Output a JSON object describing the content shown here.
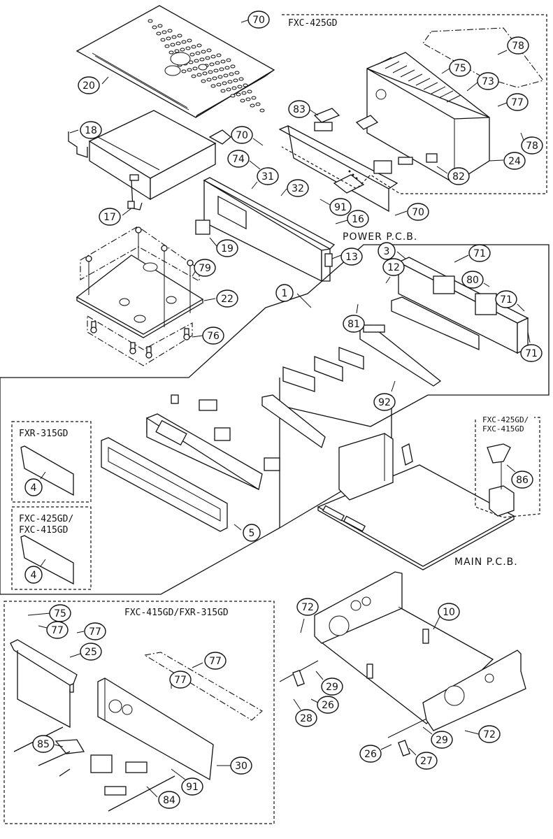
{
  "diagram": {
    "type": "exploded-parts-view",
    "model_labels": {
      "top_right_box": "FXC-425GD",
      "left_box_1": "FXR-315GD",
      "left_box_2_line1": "FXC-425GD/",
      "left_box_2_line2": "FXC-415GD",
      "right_box_line1": "FXC-425GD/",
      "right_box_line2": "FXC-415GD",
      "bottom_box": "FXC-415GD/FXR-315GD"
    },
    "board_labels": {
      "power_pcb": "POWER P.C.B.",
      "main_pcb": "MAIN P.C.B."
    },
    "callouts": [
      {
        "id": "c70a",
        "num": "70"
      },
      {
        "id": "c20",
        "num": "20"
      },
      {
        "id": "c18",
        "num": "18"
      },
      {
        "id": "c17",
        "num": "17"
      },
      {
        "id": "c70b",
        "num": "70"
      },
      {
        "id": "c74",
        "num": "74"
      },
      {
        "id": "c31",
        "num": "31"
      },
      {
        "id": "c32",
        "num": "32"
      },
      {
        "id": "c91a",
        "num": "91"
      },
      {
        "id": "c16",
        "num": "16"
      },
      {
        "id": "c70c",
        "num": "70"
      },
      {
        "id": "c19",
        "num": "19"
      },
      {
        "id": "c13",
        "num": "13"
      },
      {
        "id": "c79",
        "num": "79"
      },
      {
        "id": "c22",
        "num": "22"
      },
      {
        "id": "c76",
        "num": "76"
      },
      {
        "id": "c1",
        "num": "1"
      },
      {
        "id": "c78a",
        "num": "78"
      },
      {
        "id": "c75a",
        "num": "75"
      },
      {
        "id": "c73",
        "num": "73"
      },
      {
        "id": "c77a",
        "num": "77"
      },
      {
        "id": "c83",
        "num": "83"
      },
      {
        "id": "c78b",
        "num": "78"
      },
      {
        "id": "c24",
        "num": "24"
      },
      {
        "id": "c82",
        "num": "82"
      },
      {
        "id": "c3",
        "num": "3"
      },
      {
        "id": "c12",
        "num": "12"
      },
      {
        "id": "c71a",
        "num": "71"
      },
      {
        "id": "c80",
        "num": "80"
      },
      {
        "id": "c71b",
        "num": "71"
      },
      {
        "id": "c71c",
        "num": "71"
      },
      {
        "id": "c81",
        "num": "81"
      },
      {
        "id": "c92",
        "num": "92"
      },
      {
        "id": "c4a",
        "num": "4"
      },
      {
        "id": "c4b",
        "num": "4"
      },
      {
        "id": "c5",
        "num": "5"
      },
      {
        "id": "c86",
        "num": "86"
      },
      {
        "id": "c75b",
        "num": "75"
      },
      {
        "id": "c77b",
        "num": "77"
      },
      {
        "id": "c77c",
        "num": "77"
      },
      {
        "id": "c25",
        "num": "25"
      },
      {
        "id": "c77d",
        "num": "77"
      },
      {
        "id": "c77e",
        "num": "77"
      },
      {
        "id": "c85",
        "num": "85"
      },
      {
        "id": "c30",
        "num": "30"
      },
      {
        "id": "c91b",
        "num": "91"
      },
      {
        "id": "c84",
        "num": "84"
      },
      {
        "id": "c72a",
        "num": "72"
      },
      {
        "id": "c10",
        "num": "10"
      },
      {
        "id": "c29a",
        "num": "29"
      },
      {
        "id": "c26a",
        "num": "26"
      },
      {
        "id": "c28",
        "num": "28"
      },
      {
        "id": "c72b",
        "num": "72"
      },
      {
        "id": "c29b",
        "num": "29"
      },
      {
        "id": "c26b",
        "num": "26"
      },
      {
        "id": "c27",
        "num": "27"
      }
    ]
  }
}
